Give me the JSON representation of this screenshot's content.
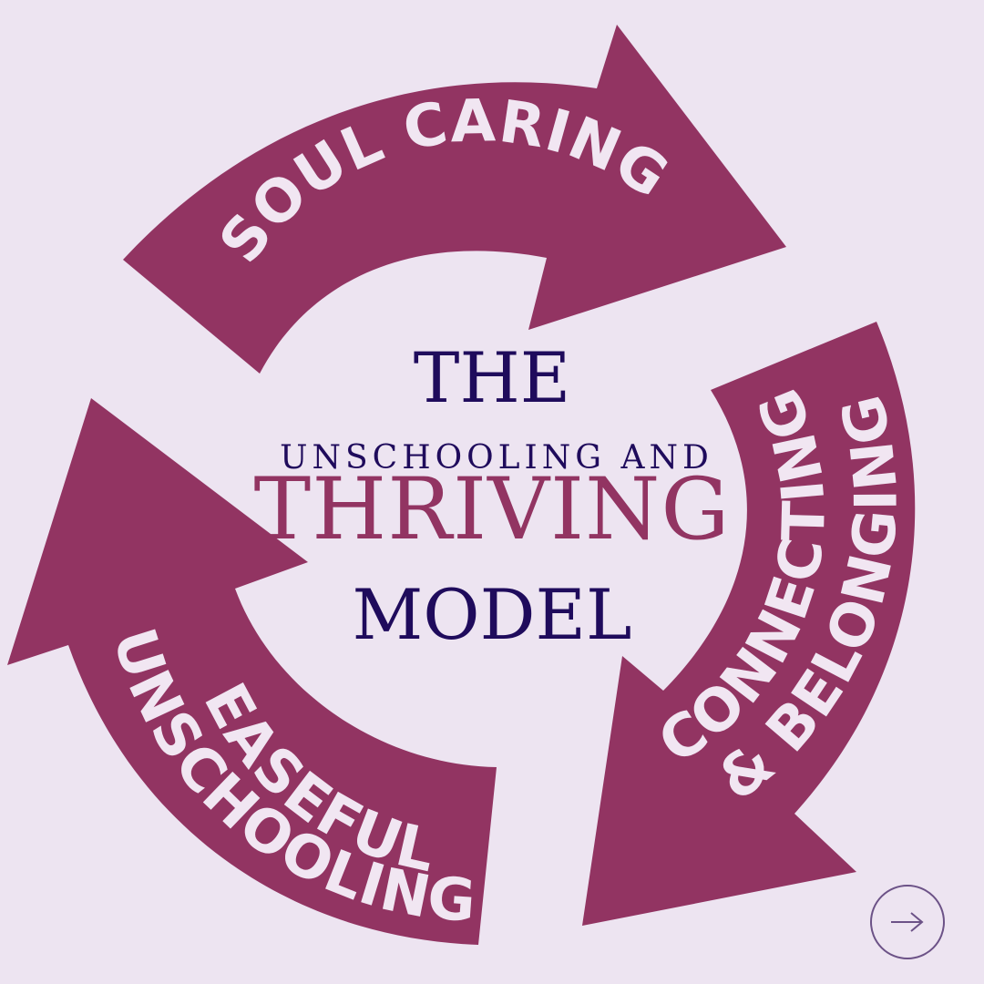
{
  "colors": {
    "background": "#ede4f1",
    "arrow": "#923462",
    "arrow_text": "#f1e6f2",
    "title_navy": "#1f0b5c",
    "title_accent": "#923462",
    "button_ring": "#6c5287"
  },
  "title": {
    "the": "THE",
    "subtitle": "UNSCHOOLING AND",
    "main": "THRIVING",
    "model": "MODEL"
  },
  "arrows": [
    {
      "label": "SOUL CARING"
    },
    {
      "line1": "CONNECTING",
      "line2": "& BELONGING"
    },
    {
      "line1": "EASEFUL",
      "line2": "UNSCHOOLING"
    }
  ],
  "next_button": {
    "icon": "arrow-right-icon"
  }
}
